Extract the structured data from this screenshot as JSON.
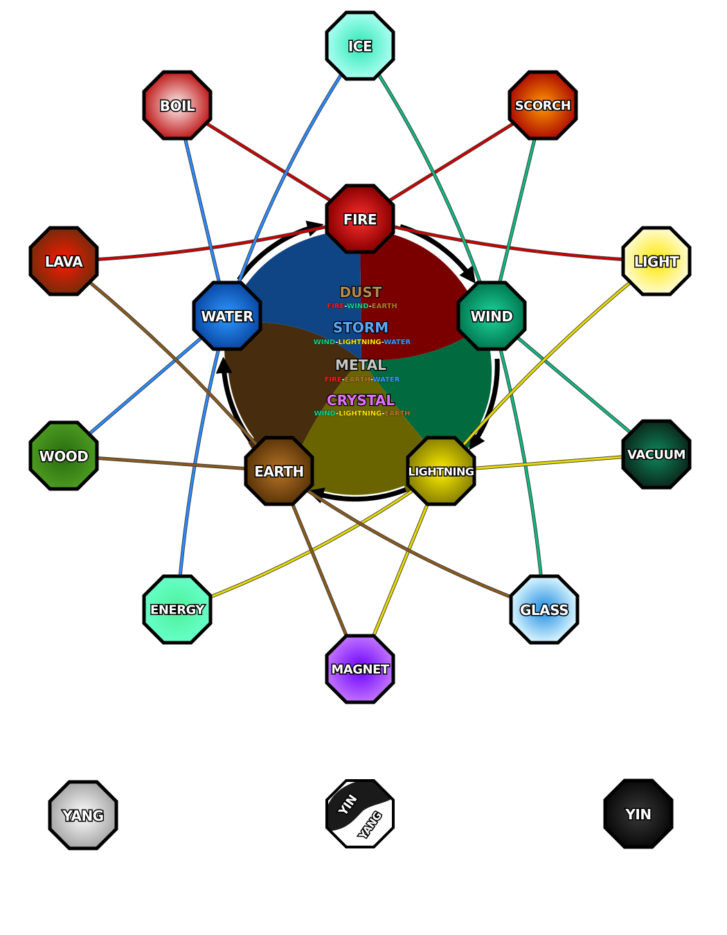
{
  "nodes": {
    "fire": {
      "label": "FIRE",
      "color": "#d40000",
      "edge": "#8a0000"
    },
    "wind": {
      "label": "WIND",
      "color": "#0cc48c",
      "edge": "#007a52"
    },
    "lightning": {
      "label": "LIGHTNING",
      "color": "#d6cc00",
      "edge": "#8a8200"
    },
    "earth": {
      "label": "EARTH",
      "color": "#9a601c",
      "edge": "#5c3608"
    },
    "water": {
      "label": "WATER",
      "color": "#1f8cff",
      "edge": "#0a4aa8"
    },
    "ice": {
      "label": "ICE",
      "color": "#2ee6b4",
      "edge": "#a8fff0"
    },
    "boil": {
      "label": "BOIL",
      "color": "#c02020",
      "edge": "#fff0f0"
    },
    "scorch": {
      "label": "SCORCH",
      "color": "#ff7a00",
      "edge": "#b01000"
    },
    "lava": {
      "label": "LAVA",
      "color": "#ff1a00",
      "edge": "#8a2a0a"
    },
    "light": {
      "label": "LIGHT",
      "color": "#ffe800",
      "edge": "#fffbd0"
    },
    "wood": {
      "label": "WOOD",
      "color": "#2a6a10",
      "edge": "#4a9a20"
    },
    "vacuum": {
      "label": "VACUUM",
      "color": "#0f8a5a",
      "edge": "#0a2a1f"
    },
    "energy": {
      "label": "ENERGY",
      "color": "#4df0a0",
      "edge": "#4dffb8"
    },
    "glass": {
      "label": "GLASS",
      "color": "#1f8ce0",
      "edge": "#d6f4ff"
    },
    "magnet": {
      "label": "MAGNET",
      "color": "#7a10ff",
      "edge": "#c070ff"
    },
    "yang": {
      "label": "YANG",
      "color": "#ffffff",
      "edge": "#b8b8b8"
    },
    "yin": {
      "label": "YIN",
      "color": "#1a1a1a",
      "edge": "#3a3a3a"
    },
    "yinyang": {
      "label_yin": "YIN",
      "label_yang": "YANG"
    }
  },
  "cycle_sectors": {
    "fire": "#7a0000",
    "wind": "#016a3f",
    "lightning": "#6a6400",
    "earth": "#472c0d",
    "water": "#0f4585"
  },
  "link_colors": {
    "fire": "#cc0000",
    "wind": "#10b880",
    "lightning": "#e6d800",
    "earth": "#8a5a1c",
    "water": "#2a8aff"
  },
  "combinations": [
    {
      "name": "DUST",
      "name_color": "#b58a4a",
      "parts": [
        {
          "text": "FIRE",
          "color": "#ff1a1a"
        },
        {
          "text": "-",
          "color": "#ffffff"
        },
        {
          "text": "WIND",
          "color": "#10d690"
        },
        {
          "text": "-",
          "color": "#ffffff"
        },
        {
          "text": "EARTH",
          "color": "#b57a2a"
        }
      ]
    },
    {
      "name": "STORM",
      "name_color": "#5aa8ff",
      "parts": [
        {
          "text": "WIND",
          "color": "#10d690"
        },
        {
          "text": "-",
          "color": "#ffffff"
        },
        {
          "text": "LIGHTNING",
          "color": "#ffe600"
        },
        {
          "text": "-",
          "color": "#ffffff"
        },
        {
          "text": "WATER",
          "color": "#3a9aff"
        }
      ]
    },
    {
      "name": "METAL",
      "name_color": "#c8c8c8",
      "parts": [
        {
          "text": "FIRE",
          "color": "#ff1a1a"
        },
        {
          "text": "-",
          "color": "#ffffff"
        },
        {
          "text": "EARTH",
          "color": "#b57a2a"
        },
        {
          "text": "-",
          "color": "#ffffff"
        },
        {
          "text": "WATER",
          "color": "#3a9aff"
        }
      ]
    },
    {
      "name": "CRYSTAL",
      "name_color": "#e070ff",
      "parts": [
        {
          "text": "WIND",
          "color": "#10d690"
        },
        {
          "text": "-",
          "color": "#ffffff"
        },
        {
          "text": "LIGHTNING",
          "color": "#ffe600"
        },
        {
          "text": "-",
          "color": "#ffffff"
        },
        {
          "text": "EARTH",
          "color": "#b57a2a"
        }
      ]
    }
  ]
}
